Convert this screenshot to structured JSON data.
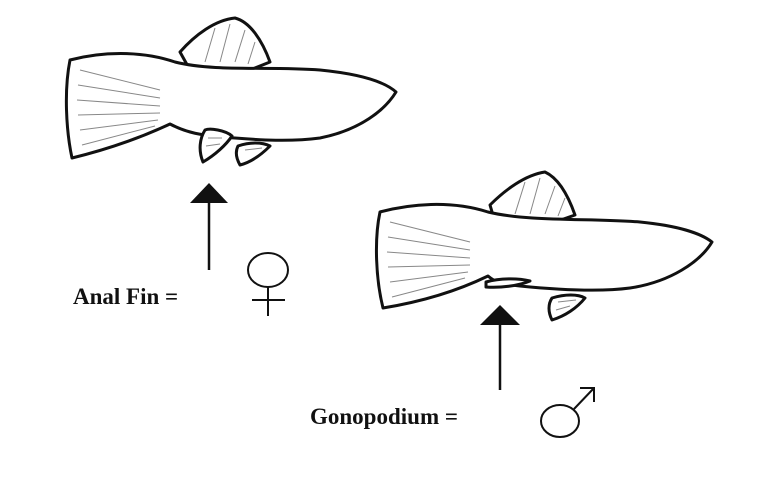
{
  "female": {
    "label": "Anal Fin =",
    "symbol": "female-symbol"
  },
  "male": {
    "label": "Gonopodium =",
    "symbol": "male-symbol"
  },
  "colors": {
    "ink": "#111111",
    "fill": "#ffffff",
    "hatch": "#888888"
  }
}
